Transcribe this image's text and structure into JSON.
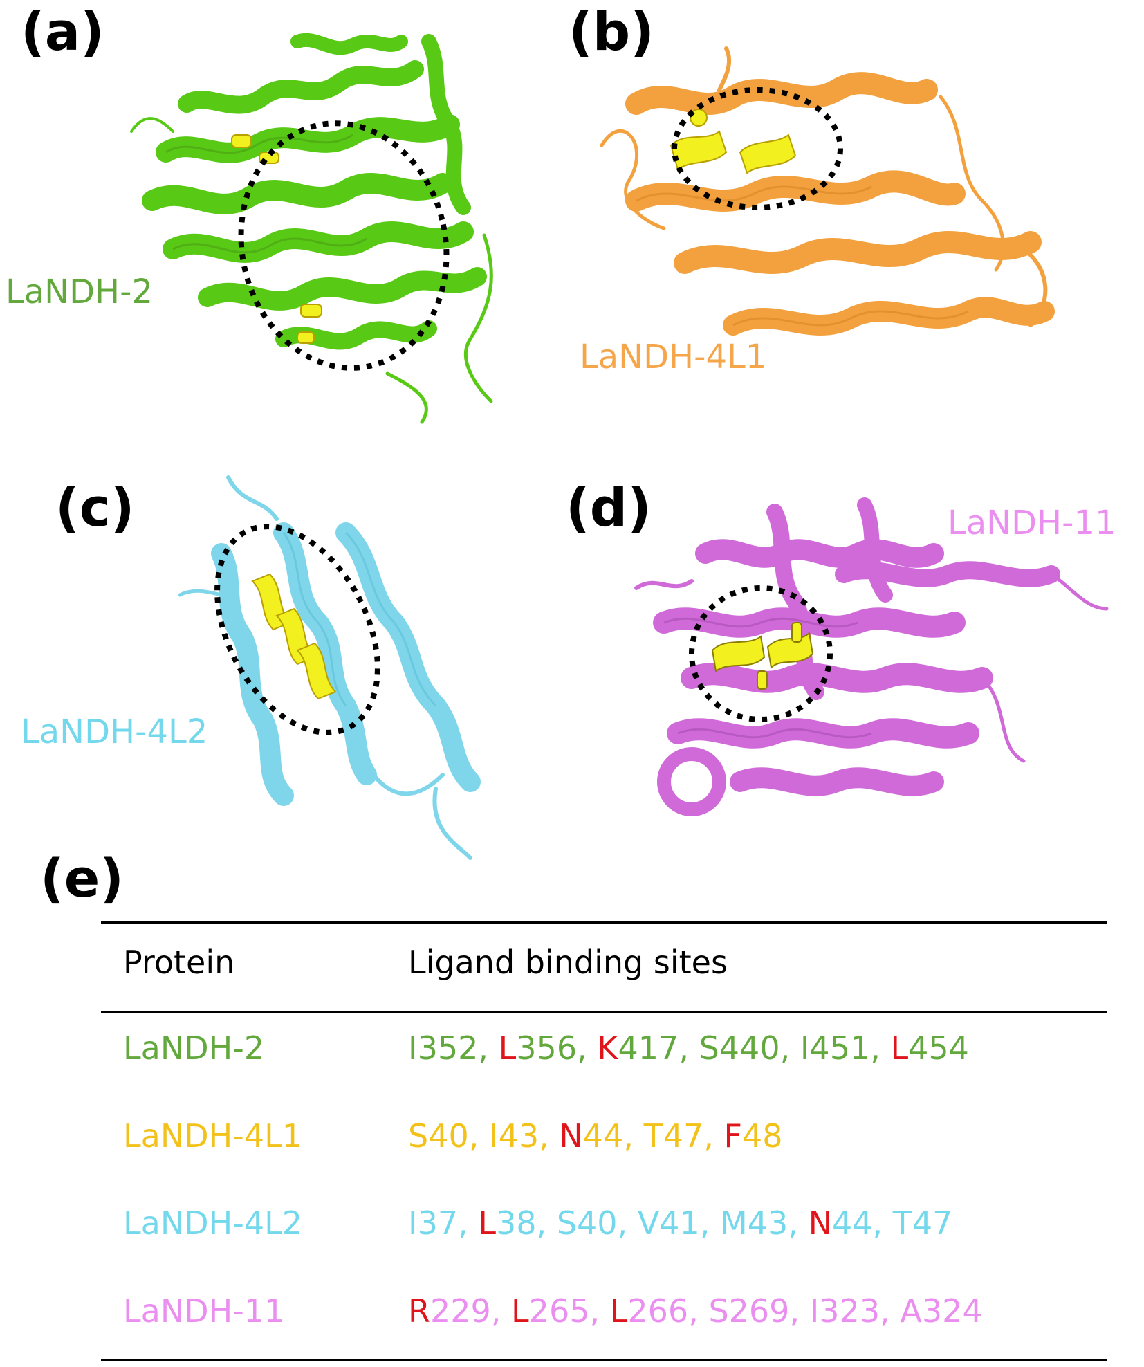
{
  "colors": {
    "green": "#62a83c",
    "orange": "#f5a54a",
    "tablegold": "#f2c21a",
    "cyan": "#74d8ec",
    "magenta": "#ea8ef0",
    "highlight_red": "#e0141b",
    "ligand_yellow": "#f2f01e",
    "black": "#000000"
  },
  "panels": [
    {
      "letter": "(a)",
      "protein": "LaNDH-2",
      "icon": "protein-ribbon-green"
    },
    {
      "letter": "(b)",
      "protein": "LaNDH-4L1",
      "icon": "protein-ribbon-orange"
    },
    {
      "letter": "(c)",
      "protein": "LaNDH-4L2",
      "icon": "protein-ribbon-cyan"
    },
    {
      "letter": "(d)",
      "protein": "LaNDH-11",
      "icon": "protein-ribbon-magenta"
    }
  ],
  "table": {
    "letter": "(e)",
    "header": {
      "protein": "Protein",
      "sites": "Ligand binding sites"
    },
    "rows": [
      {
        "protein": "LaNDH-2",
        "sites": [
          {
            "aa": "I",
            "num": "352",
            "highlight": false
          },
          {
            "aa": "L",
            "num": "356",
            "highlight": true
          },
          {
            "aa": "K",
            "num": "417",
            "highlight": true
          },
          {
            "aa": "S",
            "num": "440",
            "highlight": false
          },
          {
            "aa": "I",
            "num": "451",
            "highlight": false
          },
          {
            "aa": "L",
            "num": "454",
            "highlight": true
          }
        ]
      },
      {
        "protein": "LaNDH-4L1",
        "sites": [
          {
            "aa": "S",
            "num": "40",
            "highlight": false
          },
          {
            "aa": "I",
            "num": "43",
            "highlight": false
          },
          {
            "aa": "N",
            "num": "44",
            "highlight": true
          },
          {
            "aa": "T",
            "num": "47",
            "highlight": false
          },
          {
            "aa": "F",
            "num": "48",
            "highlight": true
          }
        ]
      },
      {
        "protein": "LaNDH-4L2",
        "sites": [
          {
            "aa": "I",
            "num": "37",
            "highlight": false
          },
          {
            "aa": "L",
            "num": "38",
            "highlight": true
          },
          {
            "aa": "S",
            "num": "40",
            "highlight": false
          },
          {
            "aa": "V",
            "num": "41",
            "highlight": false
          },
          {
            "aa": "M",
            "num": "43",
            "highlight": false
          },
          {
            "aa": "N",
            "num": "44",
            "highlight": true
          },
          {
            "aa": "T",
            "num": "47",
            "highlight": false
          }
        ]
      },
      {
        "protein": "LaNDH-11",
        "sites": [
          {
            "aa": "R",
            "num": "229",
            "highlight": true
          },
          {
            "aa": "L",
            "num": "265",
            "highlight": true
          },
          {
            "aa": "L",
            "num": "266",
            "highlight": true
          },
          {
            "aa": "S",
            "num": "269",
            "highlight": false
          },
          {
            "aa": "I",
            "num": "323",
            "highlight": false
          },
          {
            "aa": "A",
            "num": "324",
            "highlight": false
          }
        ]
      }
    ]
  }
}
